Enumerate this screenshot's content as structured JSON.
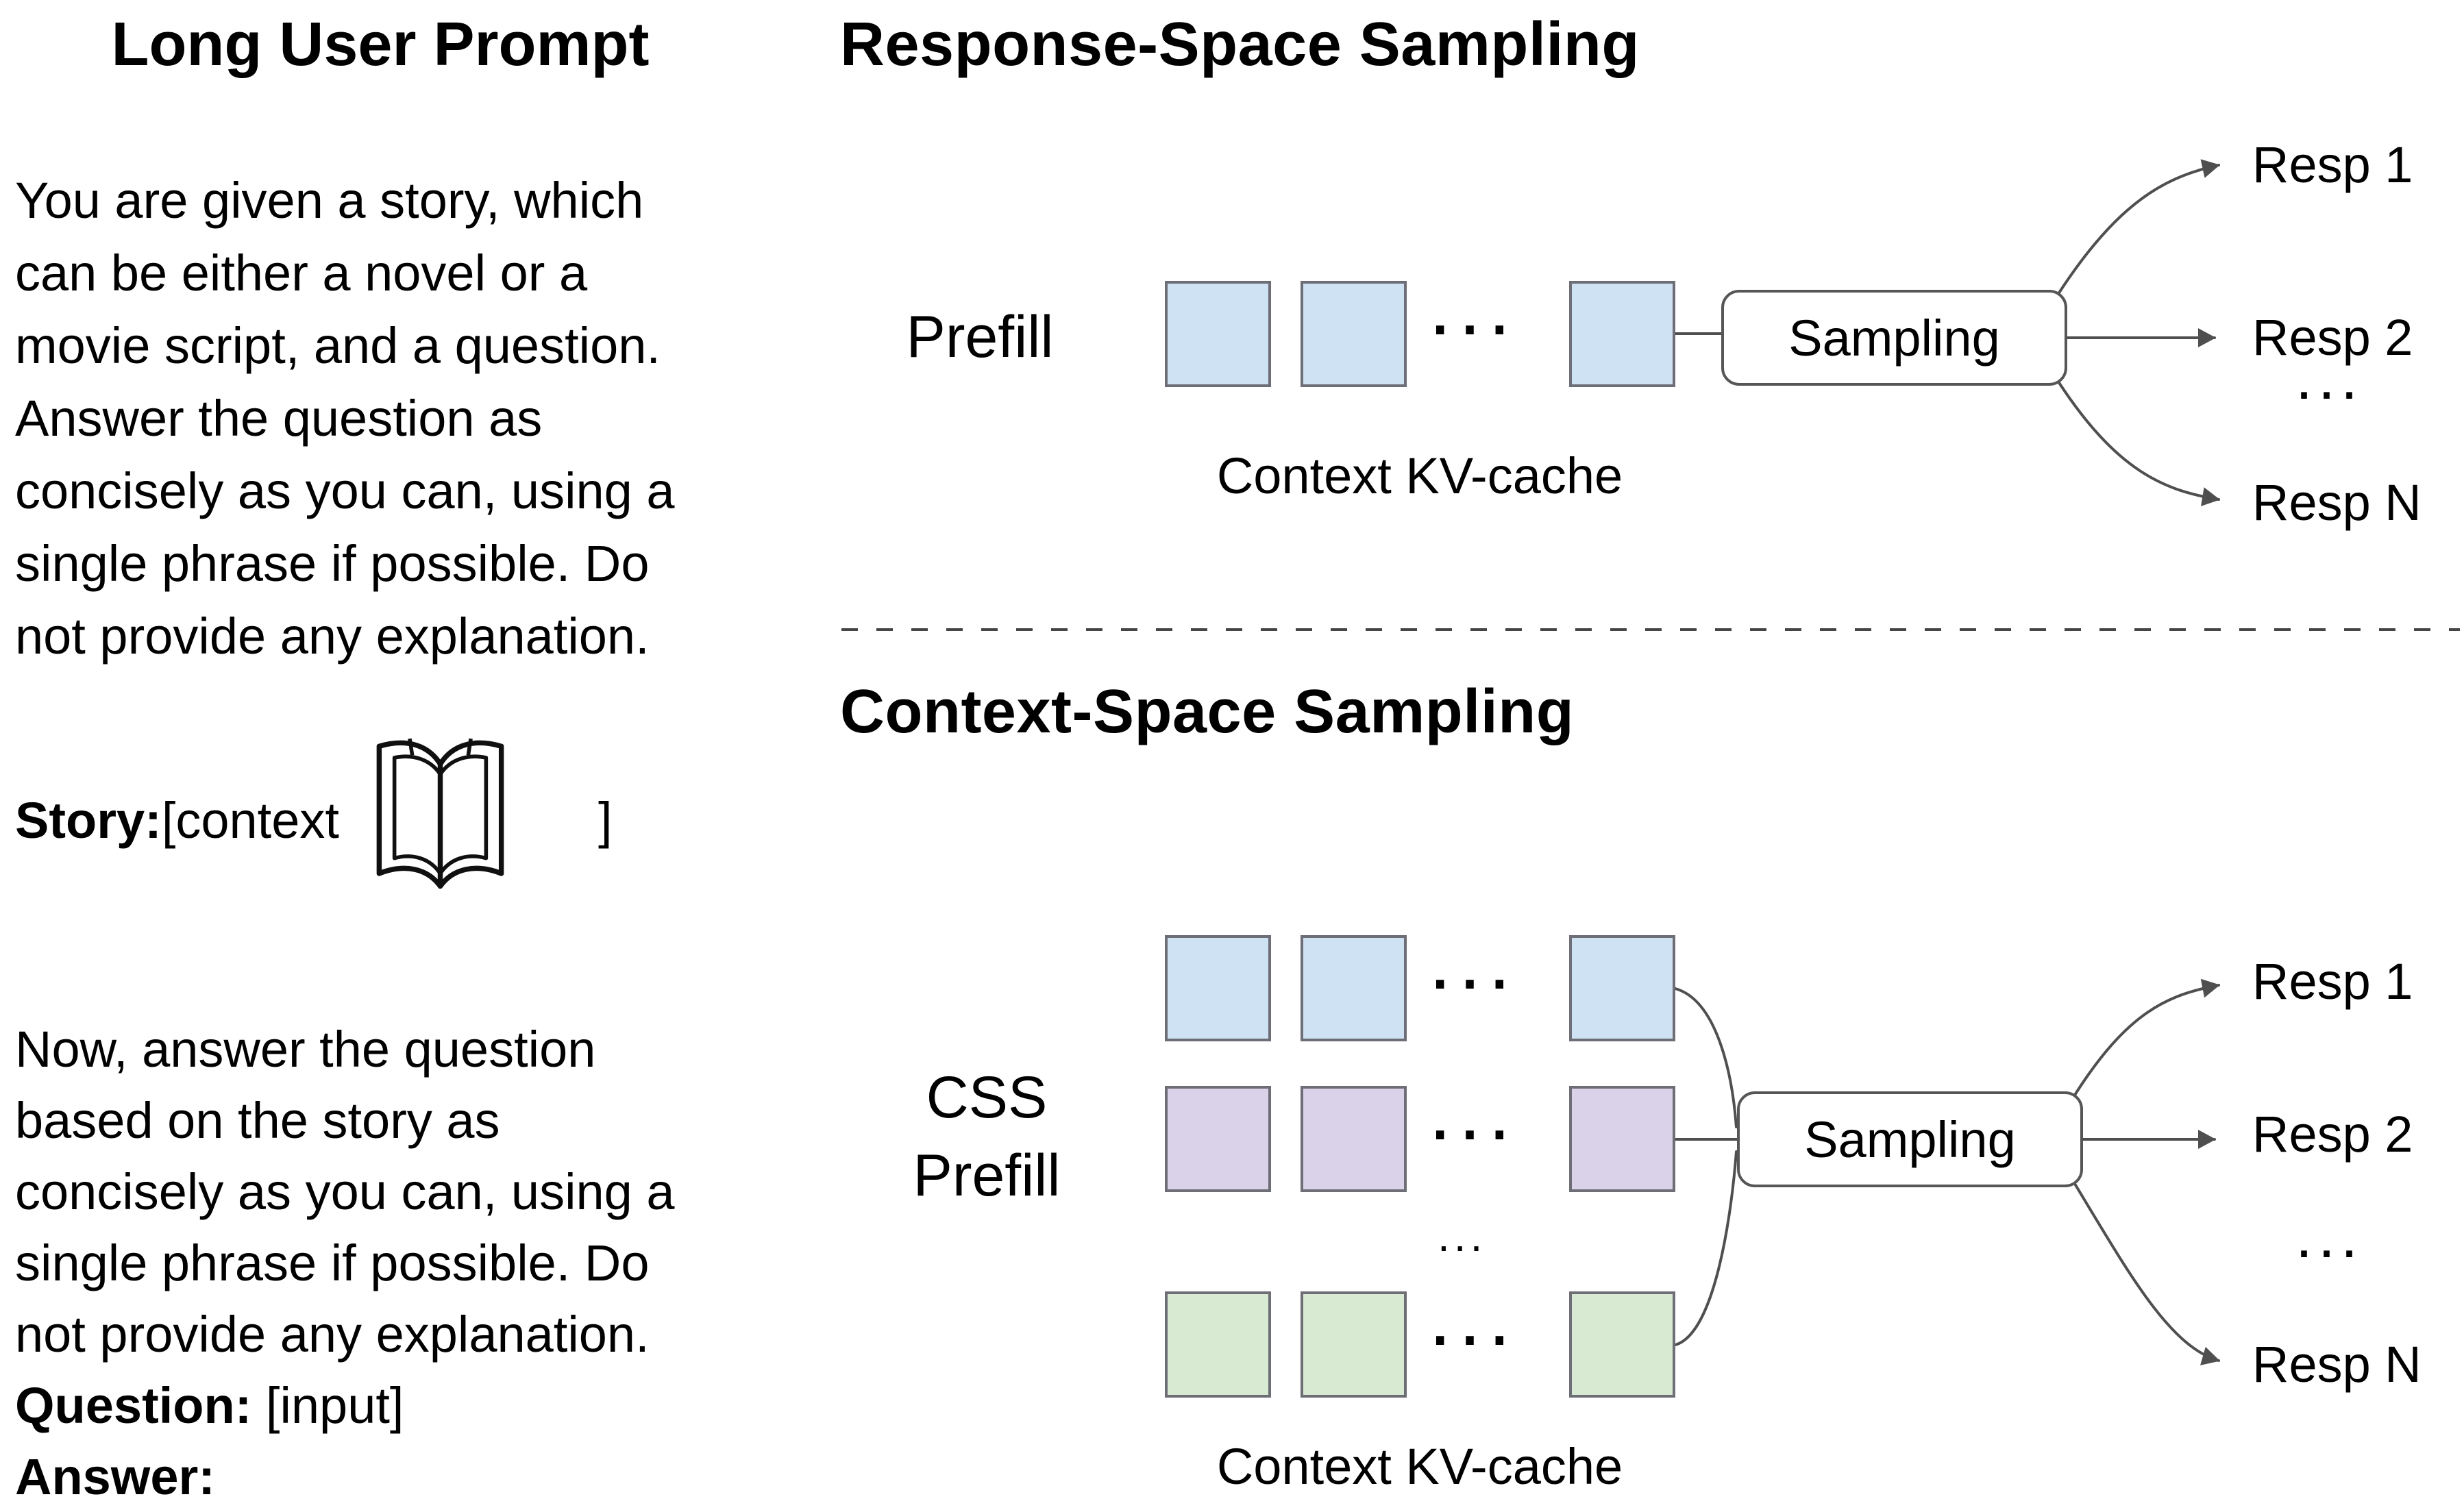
{
  "left_panel": {
    "title": "Long User Prompt",
    "paragraph1_lines": [
      "You are given a story, which",
      "can be either a novel or a",
      "movie script, and a question.",
      "Answer the question as",
      "concisely as you can, using a",
      "single phrase if possible. Do",
      "not provide any explanation."
    ],
    "story_label": "Story:",
    "story_prefix": " [context",
    "story_suffix": "]",
    "book_icon": "open-book-icon",
    "paragraph2_lines": [
      "Now, answer the question",
      "based on the story as",
      "concisely as you can, using a",
      "single phrase if possible. Do",
      "not provide any explanation."
    ],
    "question_label": "Question:",
    "question_value": " [input]",
    "answer_label": "Answer:"
  },
  "response_space": {
    "title": "Response-Space Sampling",
    "prefill_label": "Prefill",
    "squares_dots": "...",
    "kv_cache_label": "Context KV-cache",
    "sampling_label": "Sampling",
    "responses": [
      "Resp 1",
      "Resp 2",
      "Resp N"
    ],
    "responses_dots": "...",
    "block_color": "#cfe2f3"
  },
  "context_space": {
    "title": "Context-Space Sampling",
    "prefill_lines": [
      "CSS",
      "Prefill"
    ],
    "squares_dots": "...",
    "rows_dots": "...",
    "kv_cache_label": "Context KV-cache",
    "sampling_label": "Sampling",
    "responses": [
      "Resp 1",
      "Resp 2",
      "Resp N"
    ],
    "responses_dots": "...",
    "row_colors": [
      "#cfe2f3",
      "#d9d2e9",
      "#d9ead3"
    ]
  },
  "style": {
    "block_border_color": "#6e6e76",
    "line_color": "#4f4f4f",
    "sampling_border_color": "#565656"
  }
}
